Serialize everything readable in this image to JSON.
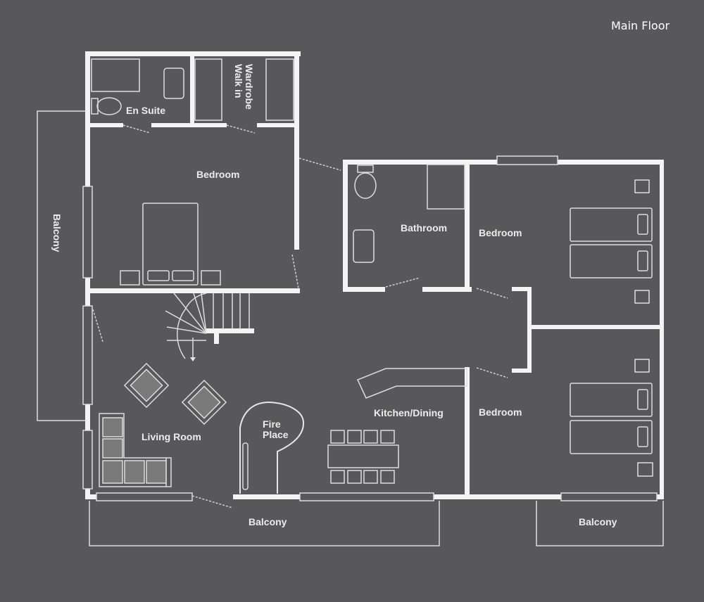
{
  "title": "Main Floor",
  "rooms": {
    "en_suite": "En Suite",
    "walk_in_wardrobe_1": "Walk in",
    "walk_in_wardrobe_2": "Wardrobe",
    "master_bedroom": "Bedroom",
    "balcony_left": "Balcony",
    "bathroom": "Bathroom",
    "bedroom_2": "Bedroom",
    "bedroom_3": "Bedroom",
    "living_room": "Living Room",
    "fireplace_1": "Fire",
    "fireplace_2": "Place",
    "kitchen_dining": "Kitchen/Dining",
    "balcony_bottom": "Balcony",
    "balcony_right": "Balcony"
  }
}
